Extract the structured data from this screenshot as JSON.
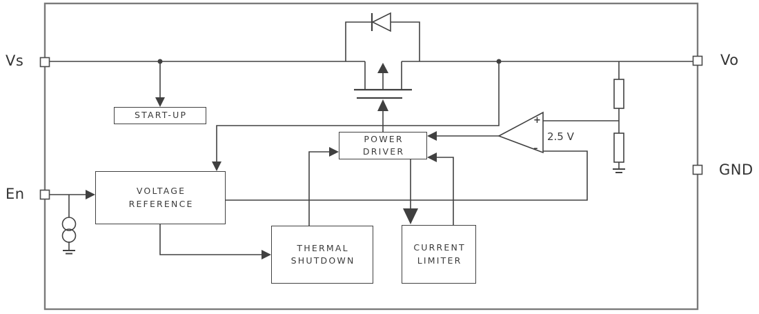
{
  "diagram": {
    "pins": {
      "vs": "Vs",
      "vo": "Vo",
      "gnd": "GND",
      "en": "En"
    },
    "blocks": {
      "startup": "START-UP",
      "voltage_reference": [
        "VOLTAGE",
        "REFERENCE"
      ],
      "power_driver": [
        "POWER",
        "DRIVER"
      ],
      "thermal_shutdown": [
        "THERMAL",
        "SHUTDOWN"
      ],
      "current_limiter": [
        "CURRENT",
        "LIMITER"
      ]
    },
    "opamp": {
      "plus_input": "+",
      "minus_input": "–",
      "reference_voltage": "2.5 V"
    },
    "colors": {
      "wire": "#404040",
      "outer_border": "#7a7a7a",
      "text": "#3a3a3a",
      "background": "#ffffff"
    }
  }
}
